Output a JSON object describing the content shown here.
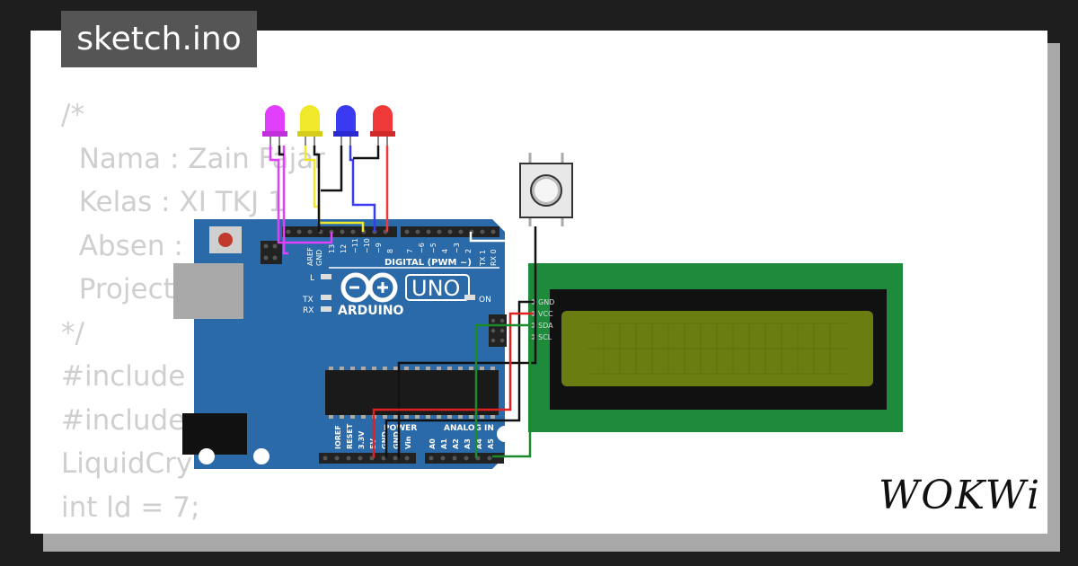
{
  "title": "sketch.ino",
  "code_lines": [
    "/*",
    "  Nama : Zain Fajar",
    "  Kelas : XI TKJ 1",
    "  Absen : 3",
    "  Project",
    "*/",
    "#include <",
    "#include",
    "LiquidCry",
    "int ld = 7;",
    "  "
  ],
  "brand": "WOKWi",
  "board": {
    "logo_text": "ARDUINO",
    "model": "UNO",
    "digital_label": "DIGITAL (PWM ~)",
    "analog_label": "ANALOG IN",
    "power_label": "POWER",
    "on_label": "ON",
    "l_label": "L",
    "tx_label": "TX",
    "rx_label": "RX",
    "digital_pins": [
      "AREF",
      "GND",
      "13",
      "12",
      "~11",
      "~10",
      "~9",
      "8",
      "7",
      "~6",
      "~5",
      "4",
      "~3",
      "2",
      "TX 1",
      "RX 0"
    ],
    "power_pins": [
      "IOREF",
      "RESET",
      "3.3V",
      "5V",
      "GND",
      "GND",
      "Vin"
    ],
    "analog_pins": [
      "A0",
      "A1",
      "A2",
      "A3",
      "A4",
      "A5"
    ]
  },
  "lcd": {
    "pins": [
      "GND",
      "VCC",
      "SDA",
      "SCL"
    ],
    "colors": {
      "board": "#1e8a3c",
      "bezel": "#111111",
      "screen": "#6a7d10"
    }
  },
  "leds": [
    {
      "color": "#e040fb"
    },
    {
      "color": "#f0e82a"
    },
    {
      "color": "#3a3af0"
    },
    {
      "color": "#f03a3a"
    }
  ],
  "colors": {
    "board": "#2a6aa8",
    "background": "#1e1e1e",
    "badge": "#555555"
  }
}
